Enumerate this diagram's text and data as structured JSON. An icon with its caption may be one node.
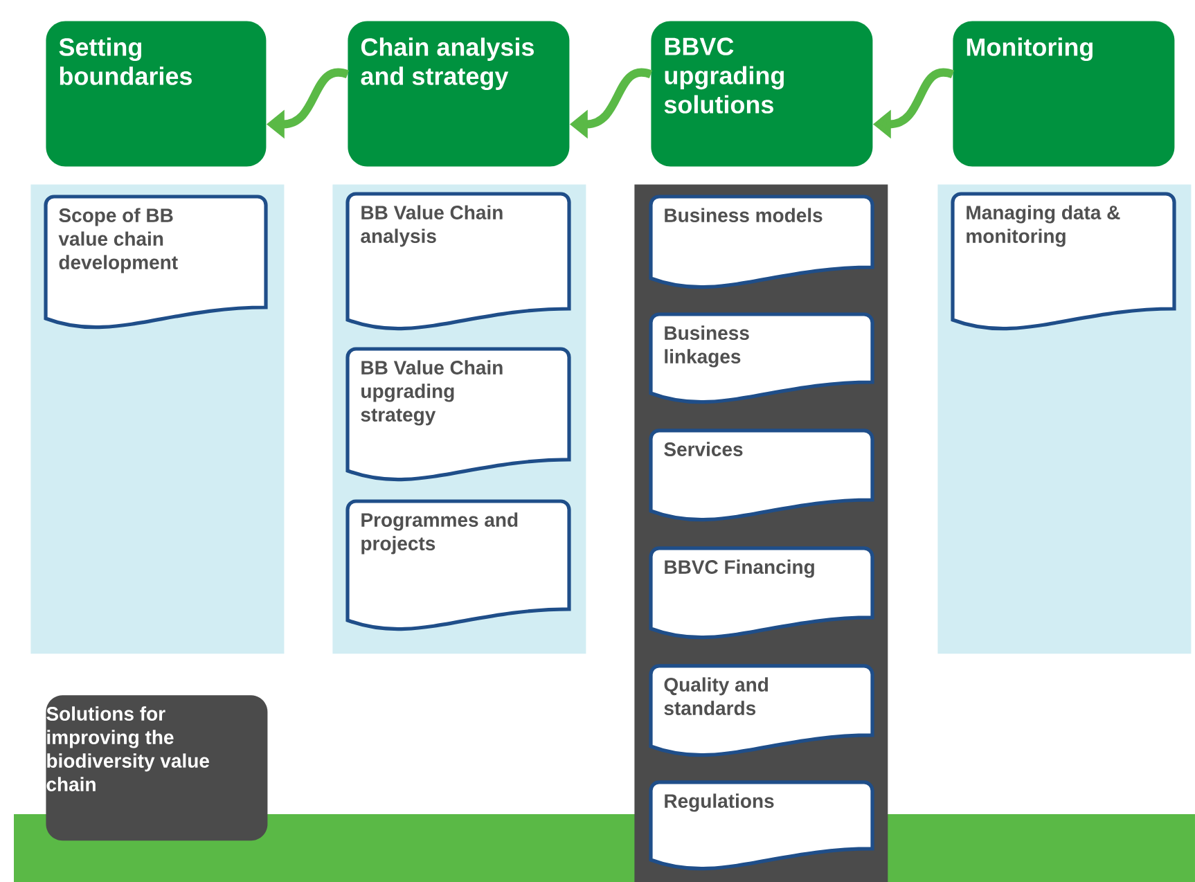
{
  "diagram": {
    "nodes": [
      {
        "text": [
          "Setting boundaries"
        ]
      },
      {
        "text": [
          "Chain analysis and strategy"
        ]
      },
      {
        "text": [
          "BBVC upgrading solutions"
        ]
      },
      {
        "text": [
          "Monitoring"
        ]
      },
      {
        "text": [],
        "shape": "box"
      },
      {
        "text": [
          "Scope of BB value chain development"
        ],
        "in": 4
      },
      {
        "text": [],
        "shape": "box"
      },
      {
        "text": [
          "BB Value Chain analysis"
        ],
        "in": 6
      },
      {
        "text": [
          "BB Value Chain upgrading strategy"
        ],
        "in": 6
      },
      {
        "text": [
          "Programmes and projects"
        ],
        "in": 6
      },
      {
        "text": [],
        "shape": "box"
      },
      {
        "text": [
          "Business models"
        ],
        "in": 10
      },
      {
        "text": [
          "Business linkages"
        ],
        "in": 10
      },
      {
        "text": [
          "Services"
        ],
        "in": 10
      },
      {
        "text": [
          "BBVC Financing"
        ],
        "in": 10
      },
      {
        "text": [
          "Quality and standards"
        ],
        "in": 10
      },
      {
        "text": [
          "Regulations"
        ],
        "in": 10
      },
      {
        "text": [],
        "shape": "box"
      },
      {
        "text": [
          "Managing data & monitoring"
        ],
        "in": 17
      },
      {
        "text": [
          "Solutions for improving the biodiversity value chain"
        ]
      }
    ],
    "edges": [
      {
        "from": 1,
        "to": 0,
        "arrow": "to"
      },
      {
        "from": 2,
        "to": 1,
        "arrow": "to"
      },
      {
        "from": 3,
        "to": 2,
        "arrow": "to"
      }
    ]
  }
}
